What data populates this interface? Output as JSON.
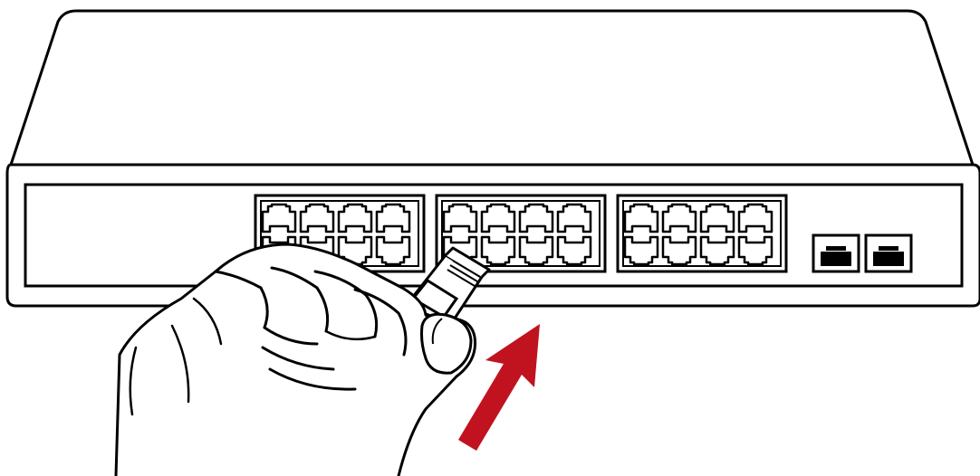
{
  "colors": {
    "line": "#000000",
    "background": "#ffffff",
    "arrow": "#c1121f"
  },
  "device": {
    "port_groups": [
      {
        "name": "rj45-group-1",
        "columns": 4,
        "rows": 2
      },
      {
        "name": "rj45-group-2",
        "columns": 4,
        "rows": 2
      },
      {
        "name": "rj45-group-3",
        "columns": 4,
        "rows": 2
      }
    ],
    "sfp_ports": 2
  },
  "action": {
    "direction": "insert-cable-upward",
    "hand": "right-hand-holding-rj45-plug"
  }
}
